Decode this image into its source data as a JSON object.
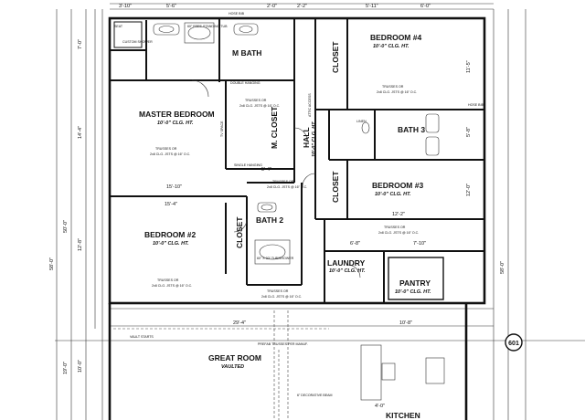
{
  "rooms": {
    "master_bath": {
      "name": "M BATH"
    },
    "bedroom4": {
      "name": "BEDROOM #4",
      "ceiling": "10'-0\" CLG. HT."
    },
    "closet_top": {
      "name": "CLOSET"
    },
    "master_bedroom": {
      "name": "MASTER BEDROOM",
      "ceiling": "10'-0\" CLG. HT."
    },
    "m_closet": {
      "name": "M. CLOSET"
    },
    "hall": {
      "name": "HALL",
      "ceiling": "10'-0\" CLG. HT."
    },
    "bath3": {
      "name": "BATH 3"
    },
    "closet_mid": {
      "name": "CLOSET"
    },
    "bedroom3": {
      "name": "BEDROOM #3",
      "ceiling": "10'-0\" CLG. HT."
    },
    "bedroom2": {
      "name": "BEDROOM #2",
      "ceiling": "10'-0\" CLG. HT."
    },
    "bath2": {
      "name": "BATH 2"
    },
    "closet_b2": {
      "name": "CLOSET"
    },
    "laundry": {
      "name": "LAUNDRY",
      "ceiling": "10'-0\" CLG. HT."
    },
    "pantry": {
      "name": "PANTRY",
      "ceiling": "10'-0\" CLG. HT."
    },
    "great_room": {
      "name": "GREAT ROOM",
      "ceiling": "VAULTED"
    },
    "kitchen": {
      "name": "KITCHEN"
    }
  },
  "labels": {
    "seat": "SEAT",
    "custom_shower": "CUSTOM SHOWER",
    "freestanding_tub": "60\" FREE-STANDING TUB",
    "tub_shower": "60\" X 30\" TUB/SHOWER",
    "linen": "LINEN",
    "hose_bib": "HOSE BIB",
    "section_marker": "601",
    "vault_starts": "VAULT STARTS",
    "decorative_beam": "6\" DECORATIVE BEAM",
    "pantry_trusses": "TRUSSES OR",
    "double_hanging": "DOUBLE HANGING",
    "single_hanging": "SINGLE HANGING",
    "tv_space": "TV SPACE",
    "attic_access": "ATTIC ACCESS",
    "prefab_truss": "PREFAB TRUSSES PER MANUF."
  },
  "notes": {
    "trusses": "TRUSSES OR",
    "trusses_spec": "2x8 CLG. JSTS @ 16\" O.C."
  },
  "dimensions": {
    "top_left": "3'-10\"",
    "top_5_6": "5'-6\"",
    "top_2_0": "2'-0\"",
    "top_5_11": "5'-11\"",
    "top_6_0": "6'-0\"",
    "top_2_2": "2'-2\"",
    "left_7_0": "7'-0\"",
    "left_14_4": "14'-4\"",
    "left_12_8": "12'-8\"",
    "left_50_0": "50'-0\"",
    "left_58_0": "58'-0\"",
    "left_10_0": "10'-0\"",
    "left_19_0": "19'-0\"",
    "right_11_5": "11'-5\"",
    "right_12_0": "12'-0\"",
    "right_58_0": "58'-0\"",
    "right_5_8": "5'-8\"",
    "mid_15_10": "15'-10\"",
    "mid_15_4": "15'-4\"",
    "mid_5_4": "5'-4\"",
    "mid_12_2": "12'-2\"",
    "mid_6_8": "6'-8\"",
    "mid_7_10": "7'-10\"",
    "mid_29_4": "29'-4\"",
    "mid_10_8": "10'-8\"",
    "mid_4_0": "4'-0\""
  },
  "colors": {
    "line": "#111111",
    "background": "#ffffff"
  }
}
